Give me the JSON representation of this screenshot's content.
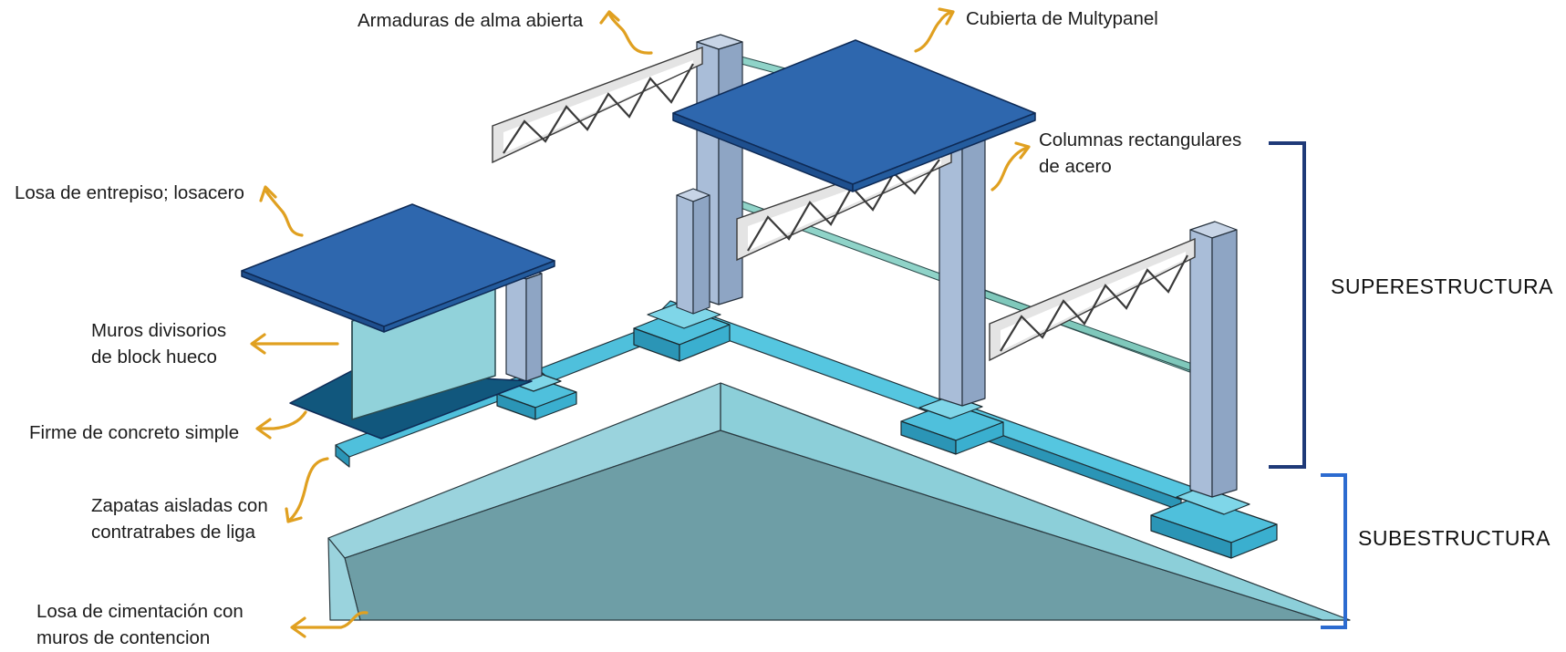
{
  "labels": {
    "armaduras": "Armaduras de alma abierta",
    "cubierta": "Cubierta de Multypanel",
    "columnas_l1": "Columnas rectangulares",
    "columnas_l2": "de acero",
    "losa_entrepiso": "Losa de entrepiso; losacero",
    "muros_l1": "Muros divisorios",
    "muros_l2": "de block hueco",
    "firme": "Firme de concreto simple",
    "zapatas_l1": "Zapatas aisladas con",
    "zapatas_l2": "contratrabes de liga",
    "losa_cim_l1": "Losa de cimentación con",
    "losa_cim_l2": "muros de contencion"
  },
  "groups": {
    "superestructura": "SUPERESTRUCTURA",
    "subestructura": "SUBESTRUCTURA"
  },
  "colors": {
    "arrow": "#E0A020",
    "slab_blue": "#2E67AE",
    "column": "#A9BDD8",
    "footing": "#4FC0DC",
    "foundation_floor": "#6E9EA6",
    "foundation_wall": "#8CCFD9",
    "bracket_super": "#1F3A78",
    "bracket_sub": "#2C6BD0"
  }
}
